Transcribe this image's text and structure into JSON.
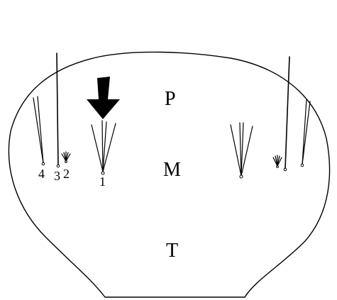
{
  "regions": {
    "p": "P",
    "m": "M",
    "t": "T"
  },
  "setae_labels": {
    "s1": "1",
    "s2": "2",
    "s3": "3",
    "s4": "4"
  },
  "colors": {
    "line": "#000000",
    "background": "#ffffff"
  }
}
